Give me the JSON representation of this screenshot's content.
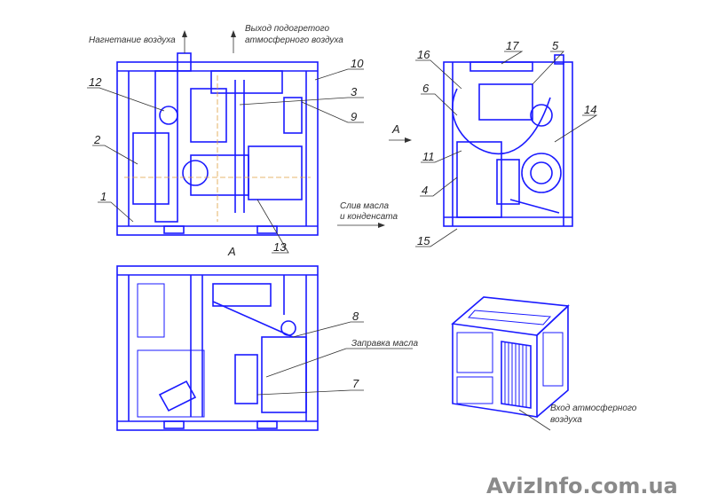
{
  "labels": {
    "air_discharge": "Нагнетание воздуха",
    "heated_air_out_1": "Выход подогретого",
    "heated_air_out_2": "атмосферного воздуха",
    "drain_1": "Слив масла",
    "drain_2": "и конденсата",
    "oil_fill": "Заправка масла",
    "air_in_1": "Вход атмосферного",
    "air_in_2": "воздуха",
    "view_a": "А",
    "view_a_arrow": "А"
  },
  "callouts": [
    "1",
    "2",
    "3",
    "4",
    "5",
    "6",
    "7",
    "8",
    "9",
    "10",
    "11",
    "12",
    "13",
    "14",
    "15",
    "16",
    "17"
  ],
  "watermark": "AvizInfo.com.ua",
  "colors": {
    "line": "#1a1aff",
    "text": "#333333",
    "watermark": "#8a8a8a"
  }
}
